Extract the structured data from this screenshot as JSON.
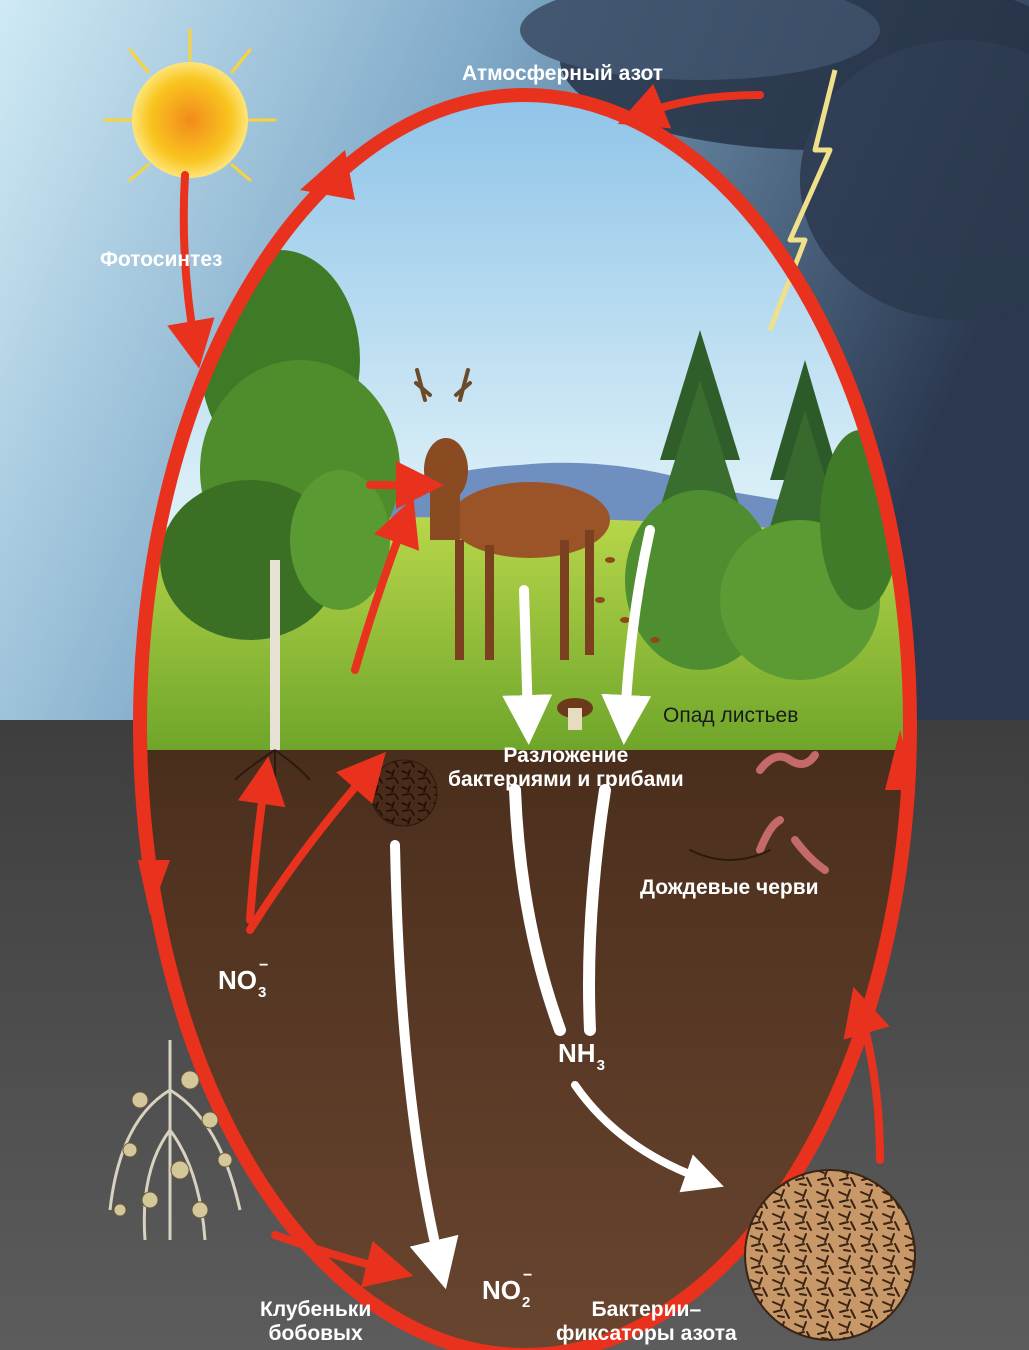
{
  "labels": {
    "atmospheric_nitrogen": "Атмосферный азот",
    "photosynthesis": "Фотосинтез",
    "leaf_litter": "Опад листьев",
    "decomposition_line1": "Разложение",
    "decomposition_line2": "бактериями и грибами",
    "earthworms": "Дождевые черви",
    "nodules_line1": "Клубеньки",
    "nodules_line2": "бобовых",
    "fixers_line1": "Бактерии–",
    "fixers_line2": "фиксаторы азота"
  },
  "chemicals": {
    "nitrate": {
      "base": "NO",
      "sub": "3",
      "sup": "−"
    },
    "ammonia": {
      "base": "NH",
      "sub": "3"
    },
    "nitrite": {
      "base": "NO",
      "sub": "2",
      "sup": "−"
    }
  },
  "colors": {
    "cycle_arrow": "#e8321e",
    "sky_light": "#bfe3f2",
    "storm": "#2e3b52",
    "soil": "#5a3a24",
    "grass": "#8fbf2e",
    "sun": "#f7c21b",
    "flow_arrow": "#ffffff"
  }
}
